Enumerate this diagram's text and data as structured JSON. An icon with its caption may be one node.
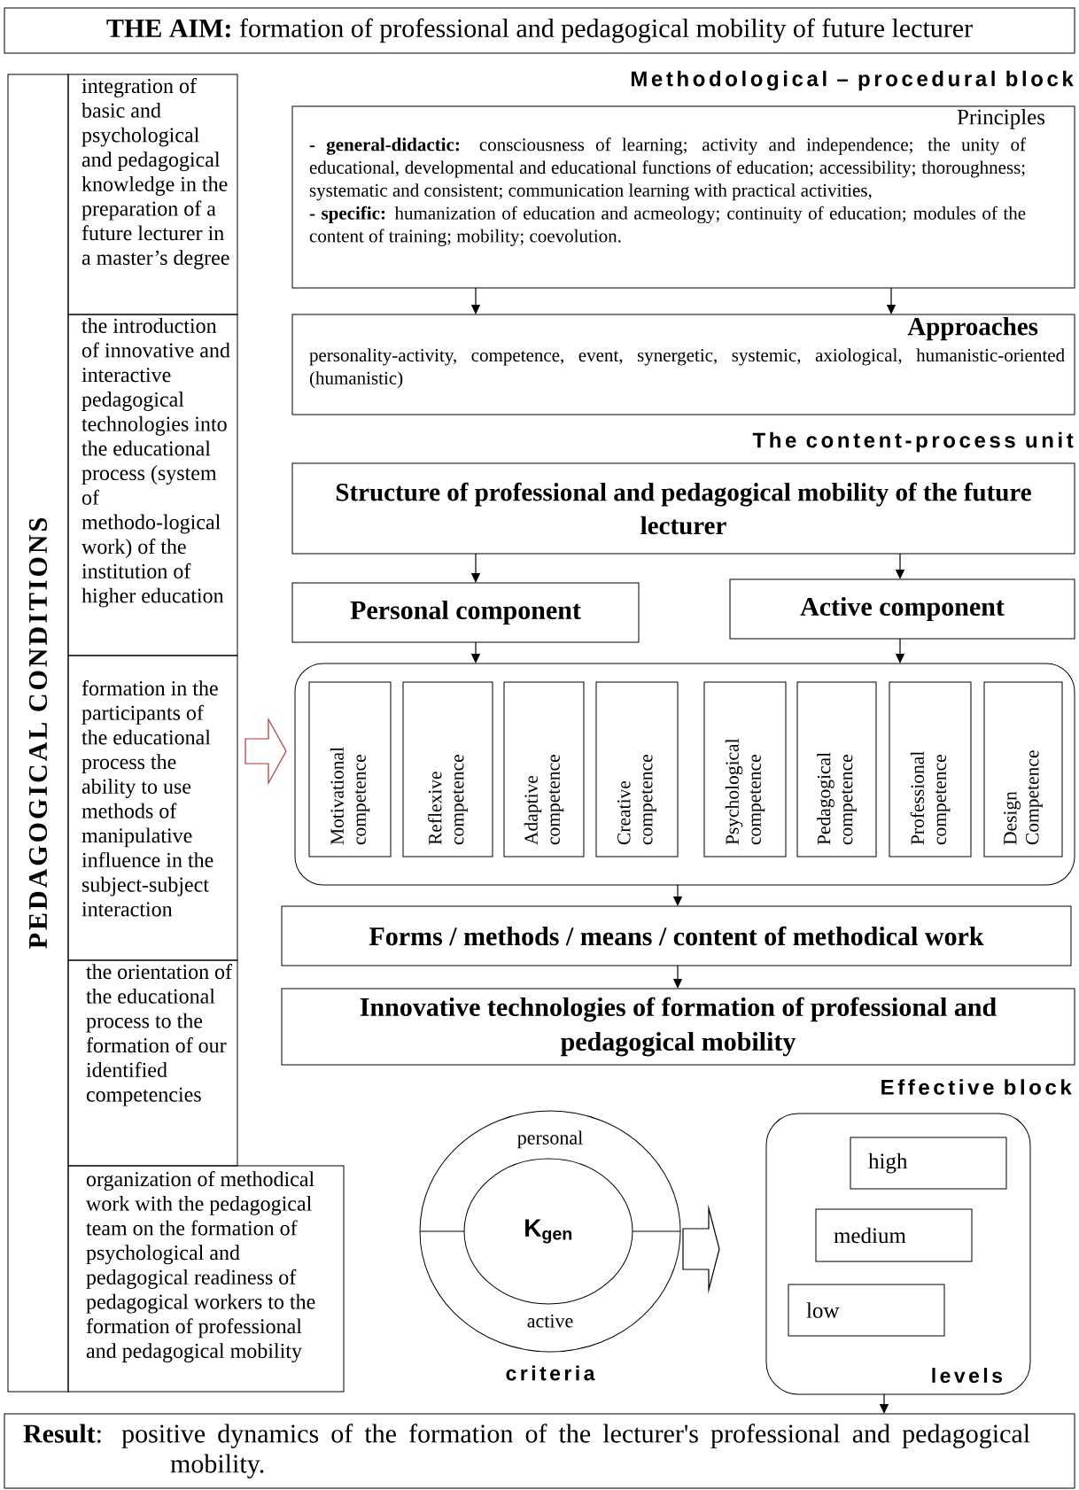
{
  "diagram": {
    "nodes": [
      {
        "text": [
          "**THE AIM:** formation of professional and pedagogical mobility of future lecturer"
        ]
      },
      {
        "text": [
          "PEDAGOGICAL CONDITIONS"
        ]
      },
      {
        "text": [
          "integration of basic and psychological and pedagogical knowledge in the preparation of a future lecturer in a master’s degree"
        ]
      },
      {
        "text": [
          "the introduction of innovative and interactive pedagogical technologies into the educational process (system of methodo-logical work) of the institution of higher education"
        ]
      },
      {
        "text": [
          "formation in the participants of the educational process the ability to use methods of manipulative influence in the subject-subject interaction"
        ]
      },
      {
        "text": [
          "the orientation of the educational process to the formation of our identified competencies"
        ]
      },
      {
        "text": [
          "organization of methodical work with the pedagogical team on the formation of psychological and pedagogical readiness of pedagogical workers to the formation of professional and pedagogical mobility"
        ]
      },
      {
        "text": [
          "Principles",
          "**- general-didactic:** consciousness of learning; activity and independence; the unity of educational, developmental and educational functions of education; accessibility; thoroughness; systematic and consistent; communication learning with practical activities,",
          "**- specific:** humanization of education and acmeology; continuity of education; modules of the content of training; mobility; coevolution."
        ]
      },
      {
        "text": [
          "Approaches",
          "personality-activity, competence, event, synergetic, systemic, axiological, humanistic-oriented (humanistic)"
        ]
      },
      {
        "text": [
          "Structure of professional and pedagogical mobility of the future lecturer"
        ]
      },
      {
        "text": [
          "Personal component"
        ]
      },
      {
        "text": [
          "Active component"
        ]
      },
      {
        "text": [],
        "shape": "box"
      },
      {
        "text": [
          "Motivational competence"
        ],
        "in": 12
      },
      {
        "text": [
          "Reflexive competence"
        ],
        "in": 12
      },
      {
        "text": [
          "Adaptive competence"
        ],
        "in": 12
      },
      {
        "text": [
          "Creative competence"
        ],
        "in": 12
      },
      {
        "text": [
          "Psychological competence"
        ],
        "in": 12
      },
      {
        "text": [
          "Pedagogical competence"
        ],
        "in": 12
      },
      {
        "text": [
          "Professional competence"
        ],
        "in": 12
      },
      {
        "text": [
          "Design Competence"
        ],
        "in": 12
      },
      {
        "text": [
          "Forms / methods / means / content of methodical work"
        ]
      },
      {
        "text": [
          "Innovative technologies of formation of professional and pedagogical mobility"
        ]
      },
      {
        "text": [
          "personal",
          "active"
        ],
        "beside": [
          "criteria"
        ]
      },
      {
        "text": [
          "K$_{gen}$"
        ],
        "in": 23
      },
      {
        "text": [
          "levels"
        ]
      },
      {
        "text": [
          "high"
        ],
        "in": 25
      },
      {
        "text": [
          "medium"
        ],
        "in": 25
      },
      {
        "text": [
          "low"
        ],
        "in": 25
      },
      {
        "text": [
          "**Result**: positive dynamics of the formation of the lecturer's professional and pedagogical mobility."
        ]
      }
    ],
    "edges": [
      {
        "from": 7,
        "to": 8,
        "arrow": "to"
      },
      {
        "from": 7,
        "to": 8,
        "arrow": "to"
      },
      {
        "from": 9,
        "to": 10,
        "arrow": "to"
      },
      {
        "from": 9,
        "to": 11,
        "arrow": "to"
      },
      {
        "from": 10,
        "to": 12,
        "arrow": "to"
      },
      {
        "from": 11,
        "to": 12,
        "arrow": "to"
      },
      {
        "from": 12,
        "to": 21,
        "arrow": "to"
      },
      {
        "from": 21,
        "to": 22,
        "arrow": "to"
      },
      {
        "from": 4,
        "to": 12,
        "arrow": "to",
        "style": "thick",
        "color": "#b83232"
      },
      {
        "from": 23,
        "to": 25,
        "arrow": "to",
        "style": "thick"
      },
      {
        "from": 25,
        "to": 29,
        "arrow": "to"
      }
    ],
    "labels": [
      "Methodological – procedural block",
      "The content-process unit",
      "Effective block"
    ]
  }
}
